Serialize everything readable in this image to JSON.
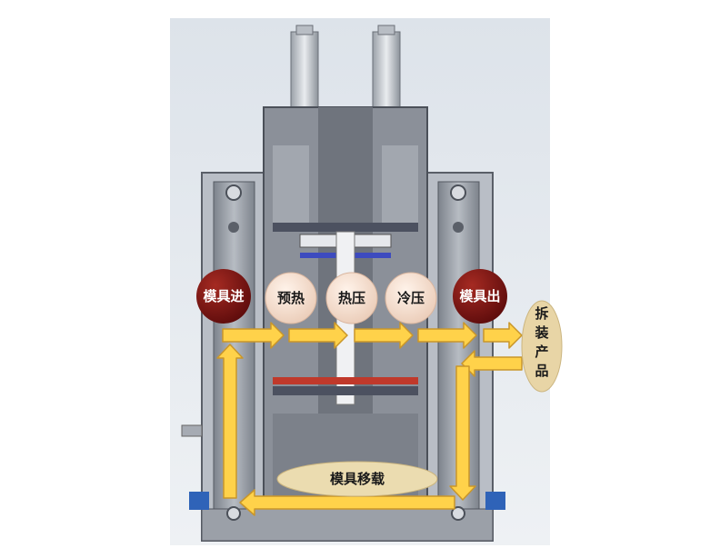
{
  "diagram": {
    "stages": {
      "mold_in": "模具进",
      "preheat": "预热",
      "hot_press": "热压",
      "cold_press": "冷压",
      "mold_out": "模具出"
    },
    "unload": [
      "拆",
      "装",
      "产",
      "品"
    ],
    "transfer": "模具移载"
  },
  "colors": {
    "stage_dark": "#7a1414",
    "stage_light": "#f4dccb",
    "side_oval": "#e8d5a6",
    "transfer_oval": "#ebdcb0",
    "arrow_fill": "#ffd24a",
    "arrow_stroke": "#c9962a",
    "machine_frame": "#9ea3ab",
    "machine_dark": "#4b5059"
  }
}
